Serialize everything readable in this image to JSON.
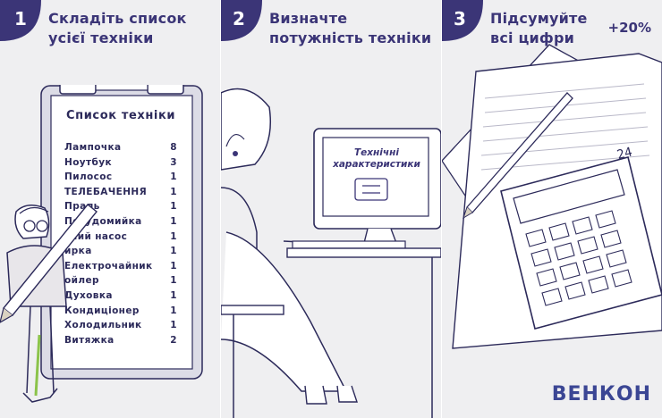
{
  "steps": [
    {
      "number": "1",
      "title_line1": "Складіть список",
      "title_line2": "усієї техніки"
    },
    {
      "number": "2",
      "title_line1": "Визначте",
      "title_line2": "потужність техніки"
    },
    {
      "number": "3",
      "title_line1": "Підсумуйте",
      "title_line2": "всі цифри"
    }
  ],
  "list": {
    "title": "Список техніки",
    "items": [
      {
        "name": "Лампочка",
        "qty": "8"
      },
      {
        "name": "Ноутбук",
        "qty": "3"
      },
      {
        "name": "Пилосос",
        "qty": "1"
      },
      {
        "name": "ТЕЛЕБАЧЕННЯ",
        "qty": "1"
      },
      {
        "name": "Праль",
        "qty": "1"
      },
      {
        "name": "Посудомийка",
        "qty": "1"
      },
      {
        "name": "вний насос",
        "qty": "1"
      },
      {
        "name": "ирка",
        "qty": "1"
      },
      {
        "name": "Електрочайник",
        "qty": "1"
      },
      {
        "name": "ойлер",
        "qty": "1"
      },
      {
        "name": "Духовка",
        "qty": "1"
      },
      {
        "name": "Кондиціонер",
        "qty": "1"
      },
      {
        "name": "Холодильник",
        "qty": "1"
      },
      {
        "name": "Витяжка",
        "qty": "2"
      }
    ]
  },
  "monitor": {
    "line1": "Технічні",
    "line2": "характеристики"
  },
  "calculator": {
    "display": "24"
  },
  "percent_label": "+20%",
  "brand": "ВЕНКОН",
  "colors": {
    "accent": "#3b3577",
    "brand": "#3b4694",
    "background": "#efeff1",
    "line": "#2c2a5a"
  }
}
